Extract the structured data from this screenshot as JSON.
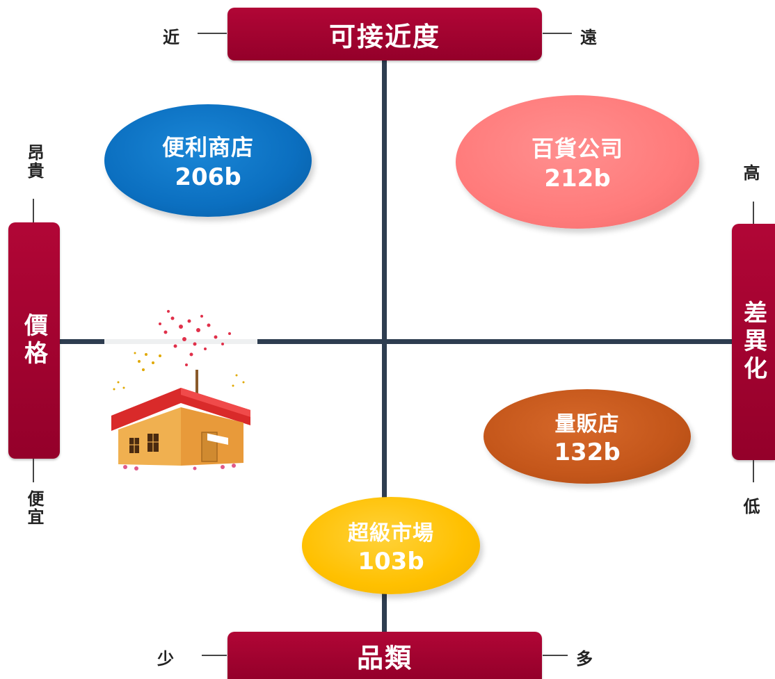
{
  "axes": {
    "top": {
      "title": "可接近度",
      "left_end": "近",
      "right_end": "遠"
    },
    "bottom": {
      "title": "品類",
      "left_end": "少",
      "right_end": "多"
    },
    "left": {
      "title": "價格",
      "top_end": "昂貴",
      "bottom_end": "便宜"
    },
    "right": {
      "title": "差異化",
      "top_end": "高",
      "bottom_end": "低"
    }
  },
  "segments": [
    {
      "name": "便利商店",
      "value": "206b",
      "color": "#0b6fc0"
    },
    {
      "name": "百貨公司",
      "value": "212b",
      "color": "#ff7b7b"
    },
    {
      "name": "量販店",
      "value": "132b",
      "color": "#c4561a"
    },
    {
      "name": "超級市場",
      "value": "103b",
      "color": "#ffc000"
    }
  ],
  "colors": {
    "banner": "#a3002f",
    "axis_line": "#2e3d50"
  },
  "illustration": {
    "icon": "store-house-with-fireworks-icon"
  }
}
